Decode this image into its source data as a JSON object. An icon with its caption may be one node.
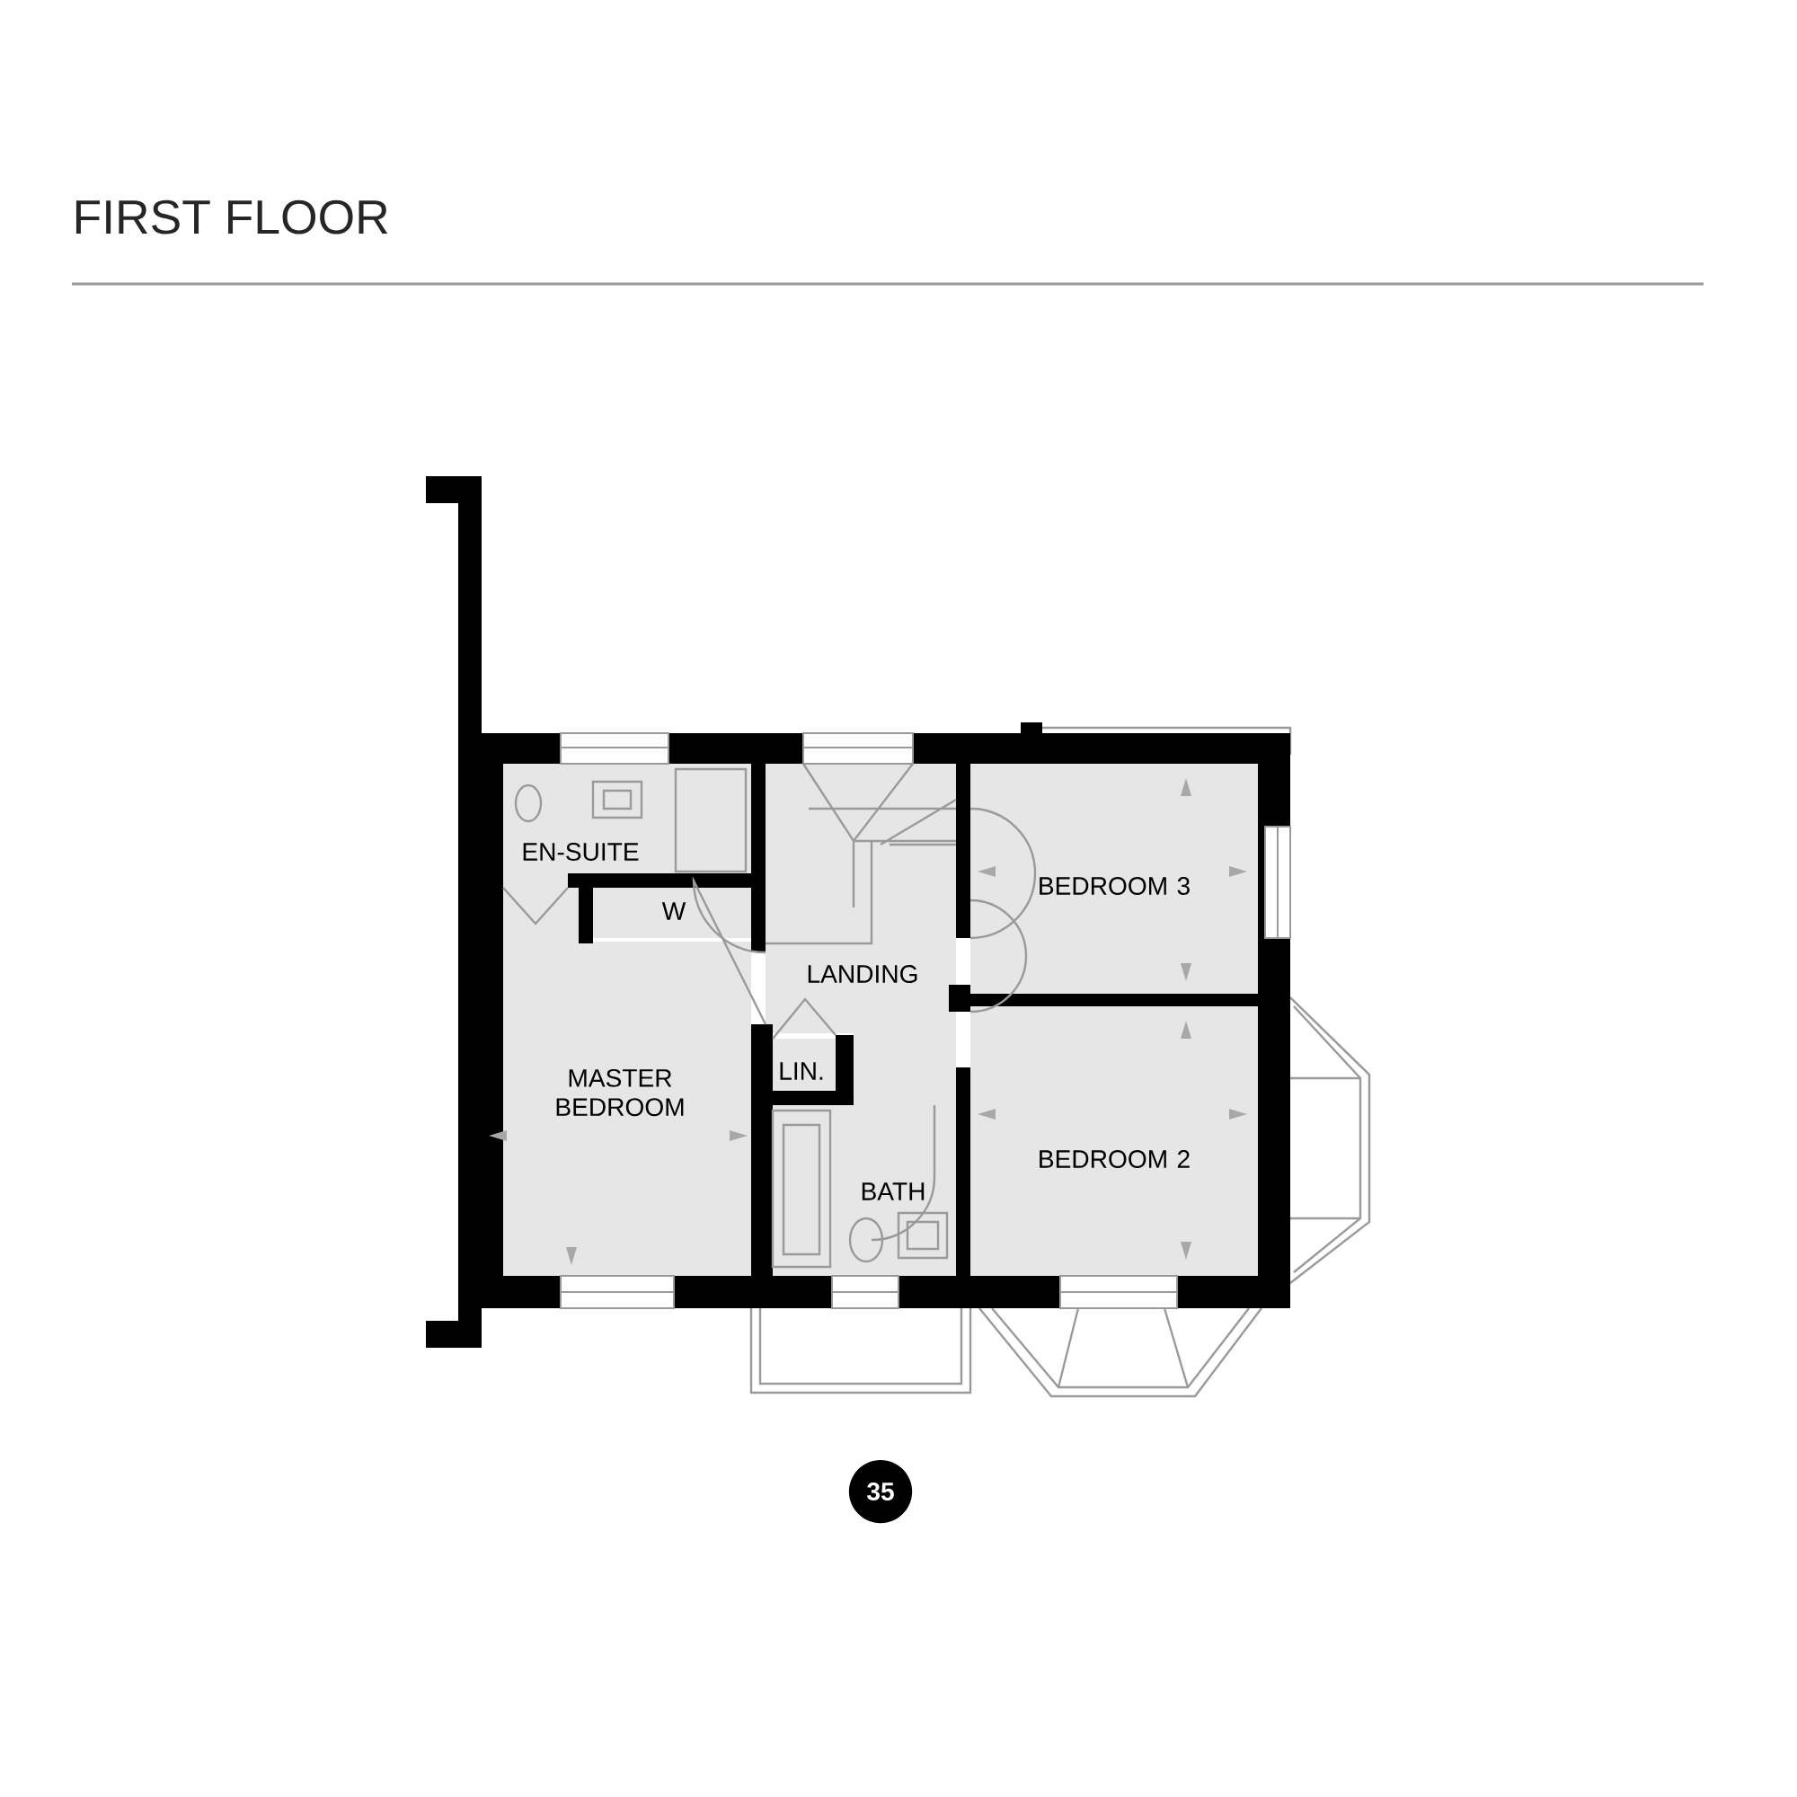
{
  "diagram": {
    "title": "FIRST FLOOR",
    "nodes": [
      {
        "text": [
          "EN-SUITE"
        ]
      },
      {
        "text": [
          "W"
        ]
      },
      {
        "text": [
          "LANDING"
        ]
      },
      {
        "text": [
          "BEDROOM 3"
        ]
      },
      {
        "text": [
          "MASTER BEDROOM"
        ]
      },
      {
        "text": [
          "LIN."
        ]
      },
      {
        "text": [
          "BATH"
        ]
      },
      {
        "text": [
          "BEDROOM 2"
        ]
      },
      {
        "text": [
          "35"
        ]
      }
    ]
  }
}
